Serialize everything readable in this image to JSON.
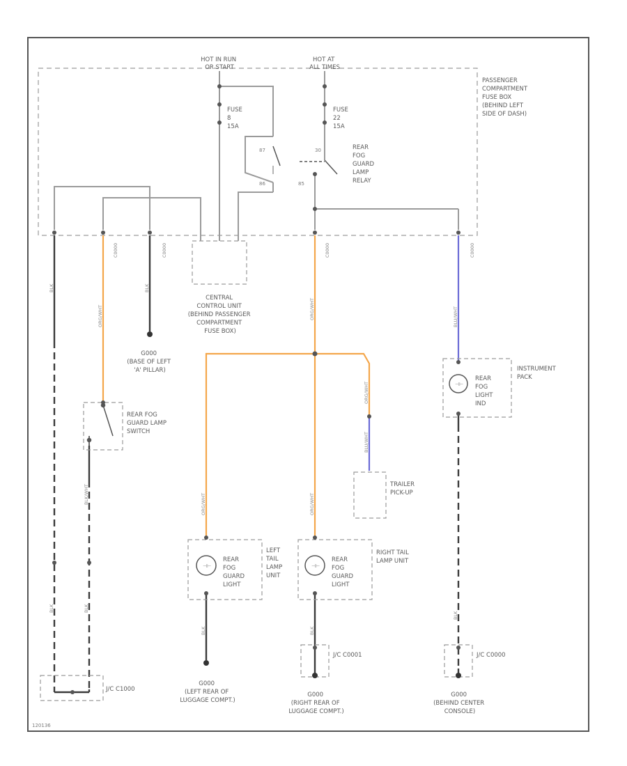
{
  "colors": {
    "frame": "#555555",
    "wire_gray": "#9a9a9a",
    "wire_dark": "#3a3a3a",
    "wire_orange": "#f4a64a",
    "wire_blue": "#6a6ad6",
    "dash_box": "#9a9a9a",
    "text": "#5a5a5a"
  },
  "sources": [
    {
      "line1": "HOT IN RUN",
      "line2": "OR START"
    },
    {
      "line1": "HOT AT",
      "line2": "ALL TIMES"
    }
  ],
  "fuses": [
    {
      "name": "FUSE",
      "number": "8",
      "rating": "15A"
    },
    {
      "name": "FUSE",
      "number": "22",
      "rating": "15A"
    }
  ],
  "fuse_box": {
    "lines": [
      "PASSENGER",
      "COMPARTMENT",
      "FUSE BOX",
      "(BEHIND LEFT",
      "SIDE OF DASH)"
    ]
  },
  "relay": {
    "lines": [
      "REAR",
      "FOG",
      "GUARD",
      "LAMP",
      "RELAY"
    ],
    "pins": [
      "87",
      "30",
      "86",
      "85"
    ]
  },
  "connectors": {
    "c_left": "C0000",
    "c_mid": "C0000",
    "c_right": "C0000",
    "c_blue": "C0000"
  },
  "central_unit": {
    "lines": [
      "CENTRAL",
      "CONTROL UNIT",
      "(BEHIND PASSENGER",
      "COMPARTMENT",
      "FUSE BOX)"
    ]
  },
  "ground_left_pillar": {
    "lines": [
      "G000",
      "(BASE OF LEFT",
      "'A' PILLAR)"
    ]
  },
  "switch": {
    "lines": [
      "REAR FOG",
      "GUARD LAMP",
      "SWITCH"
    ]
  },
  "instrument": {
    "title_lines": [
      "INSTRUMENT",
      "PACK"
    ],
    "bulb_lines": [
      "REAR",
      "FOG",
      "LIGHT",
      "IND"
    ]
  },
  "trailer": {
    "lines": [
      "TRAILER",
      "PICK-UP"
    ]
  },
  "left_lamp": {
    "unit_lines": [
      "LEFT",
      "TAIL",
      "LAMP",
      "UNIT"
    ],
    "bulb_lines": [
      "REAR",
      "FOG",
      "GUARD",
      "LIGHT"
    ]
  },
  "right_lamp": {
    "unit_lines": [
      "RIGHT TAIL",
      "LAMP UNIT"
    ],
    "bulb_lines": [
      "REAR",
      "FOG",
      "GUARD",
      "LIGHT"
    ]
  },
  "jc_labels": {
    "left": "J/C C1000",
    "mid": "J/C C0001",
    "right": "J/C C0000"
  },
  "grounds": {
    "left_rear": {
      "lines": [
        "G000",
        "(LEFT REAR OF",
        "LUGGAGE COMPT.)"
      ]
    },
    "right_rear": {
      "lines": [
        "G000",
        "(RIGHT REAR OF",
        "LUGGAGE COMPT.)"
      ]
    },
    "center": {
      "lines": [
        "G000",
        "(BEHIND CENTER",
        "CONSOLE)"
      ]
    }
  },
  "wire_codes": {
    "orange": "ORG/WHT",
    "blue": "BLU/WHT",
    "black": "BLK",
    "blk_wht": "BLK/WHT"
  },
  "corner_code": "120136"
}
